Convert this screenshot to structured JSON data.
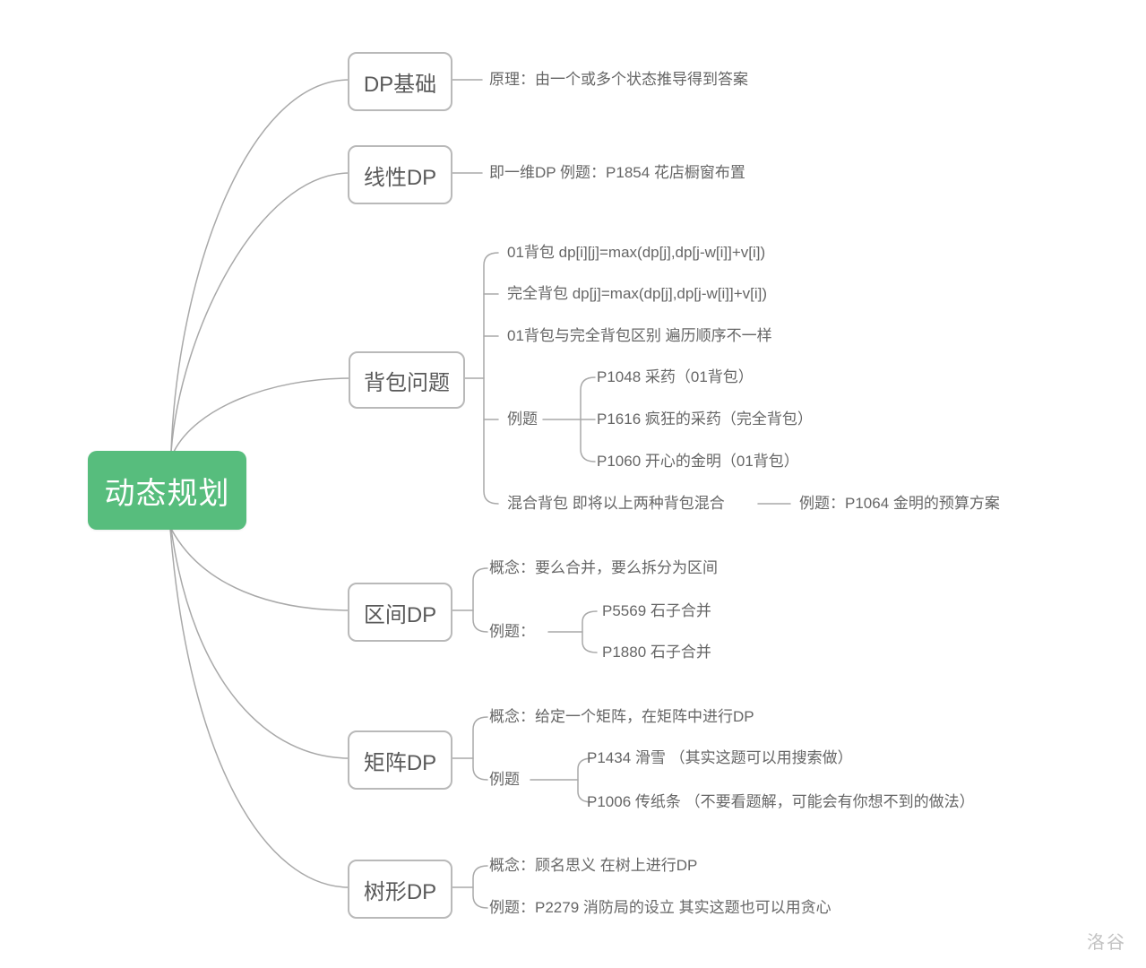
{
  "page": {
    "watermark": "洛谷"
  },
  "colors": {
    "root_bg": "#57bd7d",
    "root_text": "#ffffff",
    "box_border": "#b9b9b9",
    "box_text": "#595959",
    "leaf_text": "#666666",
    "connector": "#a9a9a9",
    "background": "#ffffff"
  },
  "root": {
    "label": "动态规划"
  },
  "branches": [
    {
      "label": "DP基础",
      "children": [
        {
          "label": "原理：由一个或多个状态推导得到答案"
        }
      ]
    },
    {
      "label": "线性DP",
      "children": [
        {
          "label": "即一维DP 例题：P1854 花店橱窗布置"
        }
      ]
    },
    {
      "label": "背包问题",
      "children": [
        {
          "label": "01背包 dp[i][j]=max(dp[j],dp[j-w[i]]+v[i])"
        },
        {
          "label": "完全背包 dp[j]=max(dp[j],dp[j-w[i]]+v[i])"
        },
        {
          "label": "01背包与完全背包区别 遍历顺序不一样"
        },
        {
          "label": "例题",
          "children": [
            {
              "label": "P1048 采药（01背包）"
            },
            {
              "label": "P1616 疯狂的采药（完全背包）"
            },
            {
              "label": "P1060 开心的金明（01背包）"
            }
          ]
        },
        {
          "label": "混合背包 即将以上两种背包混合",
          "children": [
            {
              "label": "例题：P1064 金明的预算方案"
            }
          ]
        }
      ]
    },
    {
      "label": "区间DP",
      "children": [
        {
          "label": "概念：要么合并，要么拆分为区间"
        },
        {
          "label": "例题：",
          "children": [
            {
              "label": "P5569 石子合并"
            },
            {
              "label": "P1880 石子合并"
            }
          ]
        }
      ]
    },
    {
      "label": "矩阵DP",
      "children": [
        {
          "label": "概念：给定一个矩阵，在矩阵中进行DP"
        },
        {
          "label": "例题",
          "children": [
            {
              "label": "P1434 滑雪 （其实这题可以用搜索做）"
            },
            {
              "label": "P1006 传纸条 （不要看题解，可能会有你想不到的做法）"
            }
          ]
        }
      ]
    },
    {
      "label": "树形DP",
      "children": [
        {
          "label": "概念：顾名思义 在树上进行DP"
        },
        {
          "label": "例题：P2279 消防局的设立 其实这题也可以用贪心"
        }
      ]
    }
  ]
}
